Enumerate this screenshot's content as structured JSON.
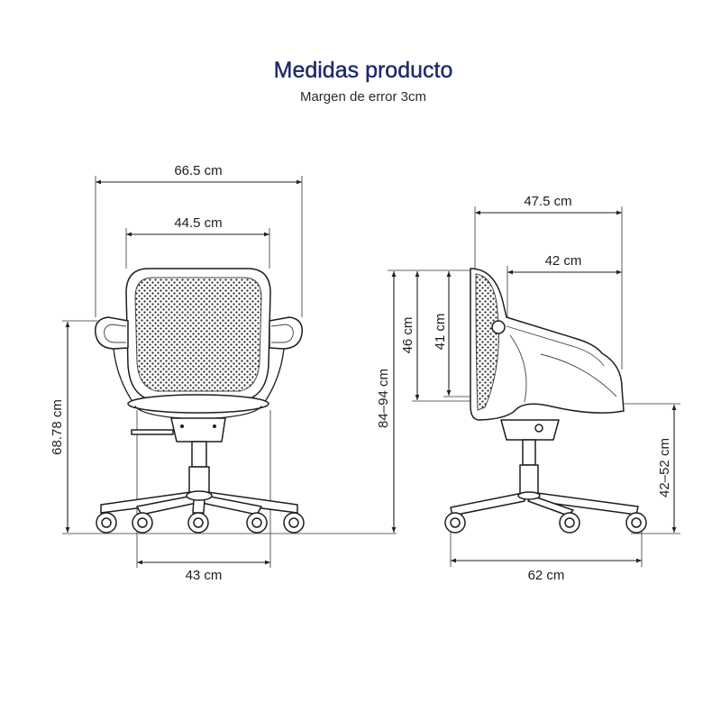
{
  "title": "Medidas producto",
  "subtitle": "Margen de error 3cm",
  "front_view": {
    "overall_width": "66.5 cm",
    "backrest_width": "44.5 cm",
    "armrest_height": "68.78 cm",
    "seat_width": "43 cm"
  },
  "side_view": {
    "overall_height": "84–94 cm",
    "backrest_height": "46 cm",
    "backrest_inner_height": "41 cm",
    "overall_depth": "47.5 cm",
    "seat_depth": "42 cm",
    "seat_height": "42–52 cm",
    "base_width": "62 cm"
  },
  "colors": {
    "title": "#1c2a6e",
    "lines": "#1e1e1e"
  }
}
